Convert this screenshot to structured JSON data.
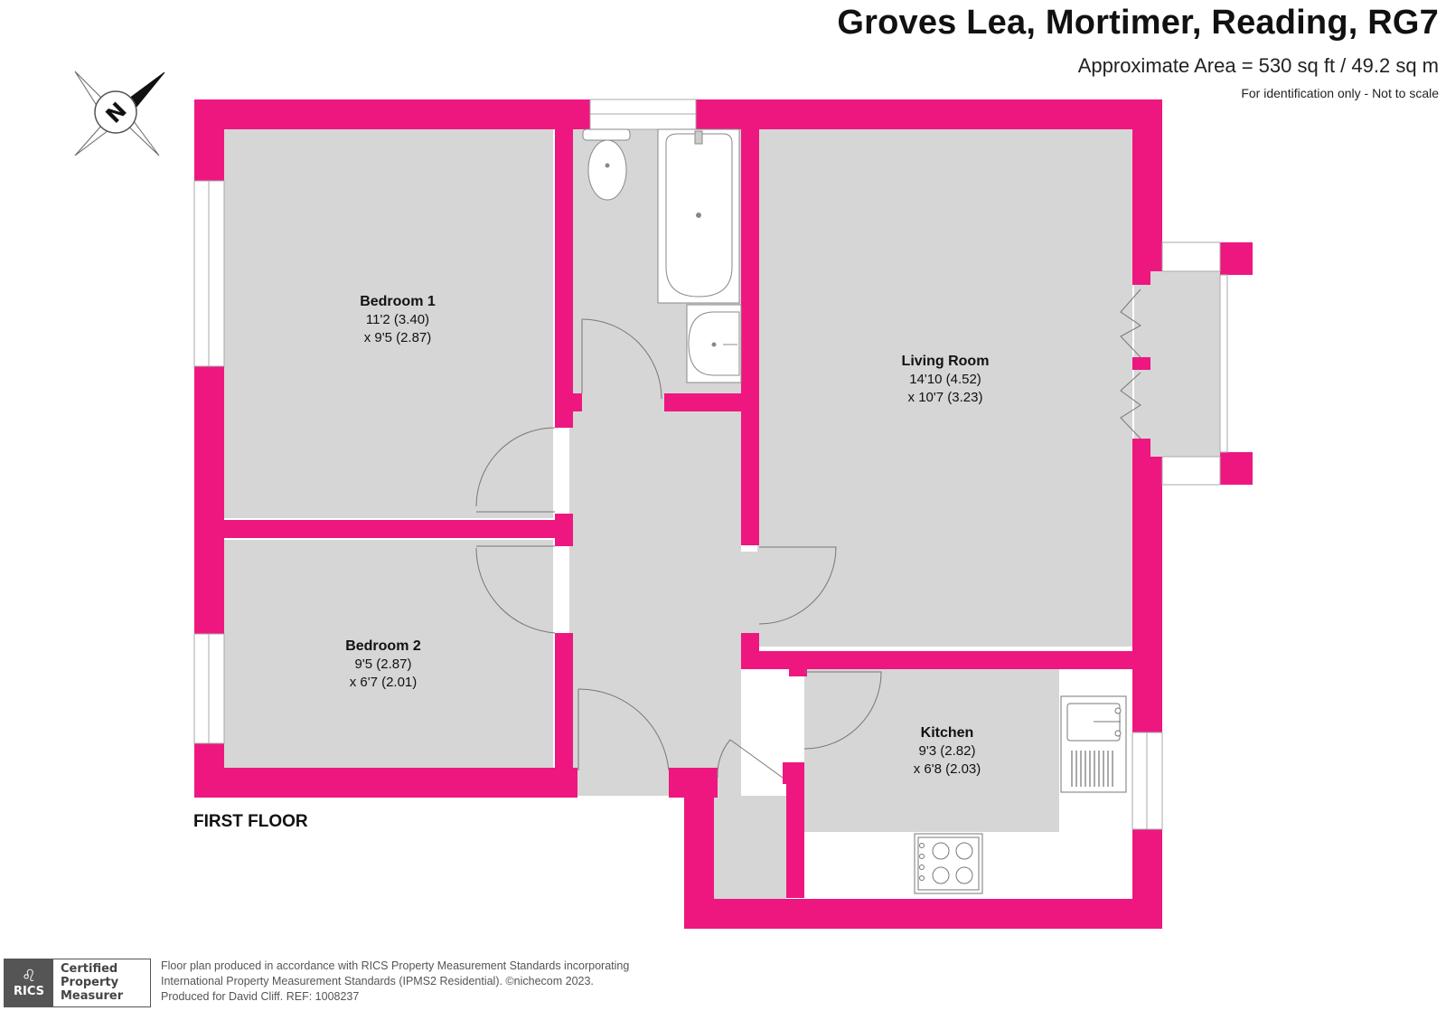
{
  "header": {
    "title": "Groves Lea, Mortimer, Reading, RG7",
    "area": "Approximate Area = 530 sq ft / 49.2 sq m",
    "disclaimer": "For identification only - Not to scale"
  },
  "compass": {
    "letter": "N"
  },
  "floor_label": "FIRST FLOOR",
  "rooms": {
    "bedroom1": {
      "name": "Bedroom 1",
      "dim1": "11'2 (3.40)",
      "dim2": "x 9'5 (2.87)"
    },
    "bedroom2": {
      "name": "Bedroom 2",
      "dim1": "9'5 (2.87)",
      "dim2": "x 6'7 (2.01)"
    },
    "living": {
      "name": "Living Room",
      "dim1": "14'10 (4.52)",
      "dim2": "x 10'7 (3.23)"
    },
    "kitchen": {
      "name": "Kitchen",
      "dim1": "9'3 (2.82)",
      "dim2": "x 6'8 (2.03)"
    }
  },
  "colors": {
    "wall": "#EE1780",
    "floor": "#D6D6D6",
    "outline": "#888888"
  },
  "footer": {
    "badge_org": "RICS",
    "badge_line1": "Certified",
    "badge_line2": "Property",
    "badge_line3": "Measurer",
    "line1": "Floor plan produced in accordance with RICS Property Measurement Standards incorporating",
    "line2": "International Property Measurement Standards (IPMS2 Residential).   ©nichecom 2023.",
    "line3": "Produced for David Cliff.   REF:  1008237"
  }
}
